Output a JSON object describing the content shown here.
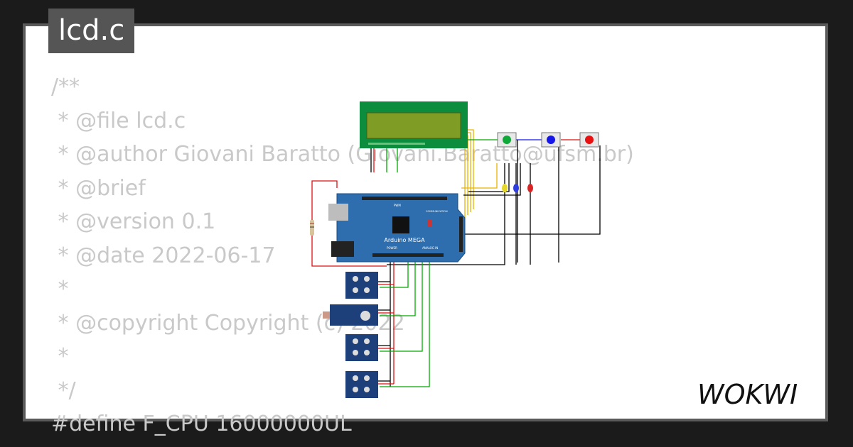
{
  "file_tab": {
    "label": "lcd.c"
  },
  "code_lines": [
    "/**",
    " * @file lcd.c",
    " * @author Giovani Baratto (Giovani.Baratto@ufsm.br)",
    " * @brief",
    " * @version 0.1",
    " * @date 2022-06-17",
    " *",
    " * @copyright Copyright (c) 2022",
    " *",
    " */",
    "#define F_CPU 16000000UL"
  ],
  "board": {
    "name": "Arduino MEGA",
    "pwm_label": "PWM",
    "comm_label": "COMMUNICATION",
    "power_label": "POWER",
    "analog_label": "ANALOG IN"
  },
  "buttons": [
    {
      "color": "green",
      "hex": "#11a83a"
    },
    {
      "color": "blue",
      "hex": "#1616e8"
    },
    {
      "color": "red",
      "hex": "#e81010"
    }
  ],
  "leds": [
    {
      "color": "yellow",
      "hex": "#e6d82a"
    },
    {
      "color": "blue",
      "hex": "#2f3de0"
    },
    {
      "color": "red",
      "hex": "#d82424"
    }
  ],
  "brand": {
    "logo": "WOKWI"
  },
  "colors": {
    "lcd_frame": "#0c8d3e",
    "lcd_screen": "#7f9d24",
    "board": "#2e6eae",
    "sensor": "#1d3f7a"
  }
}
